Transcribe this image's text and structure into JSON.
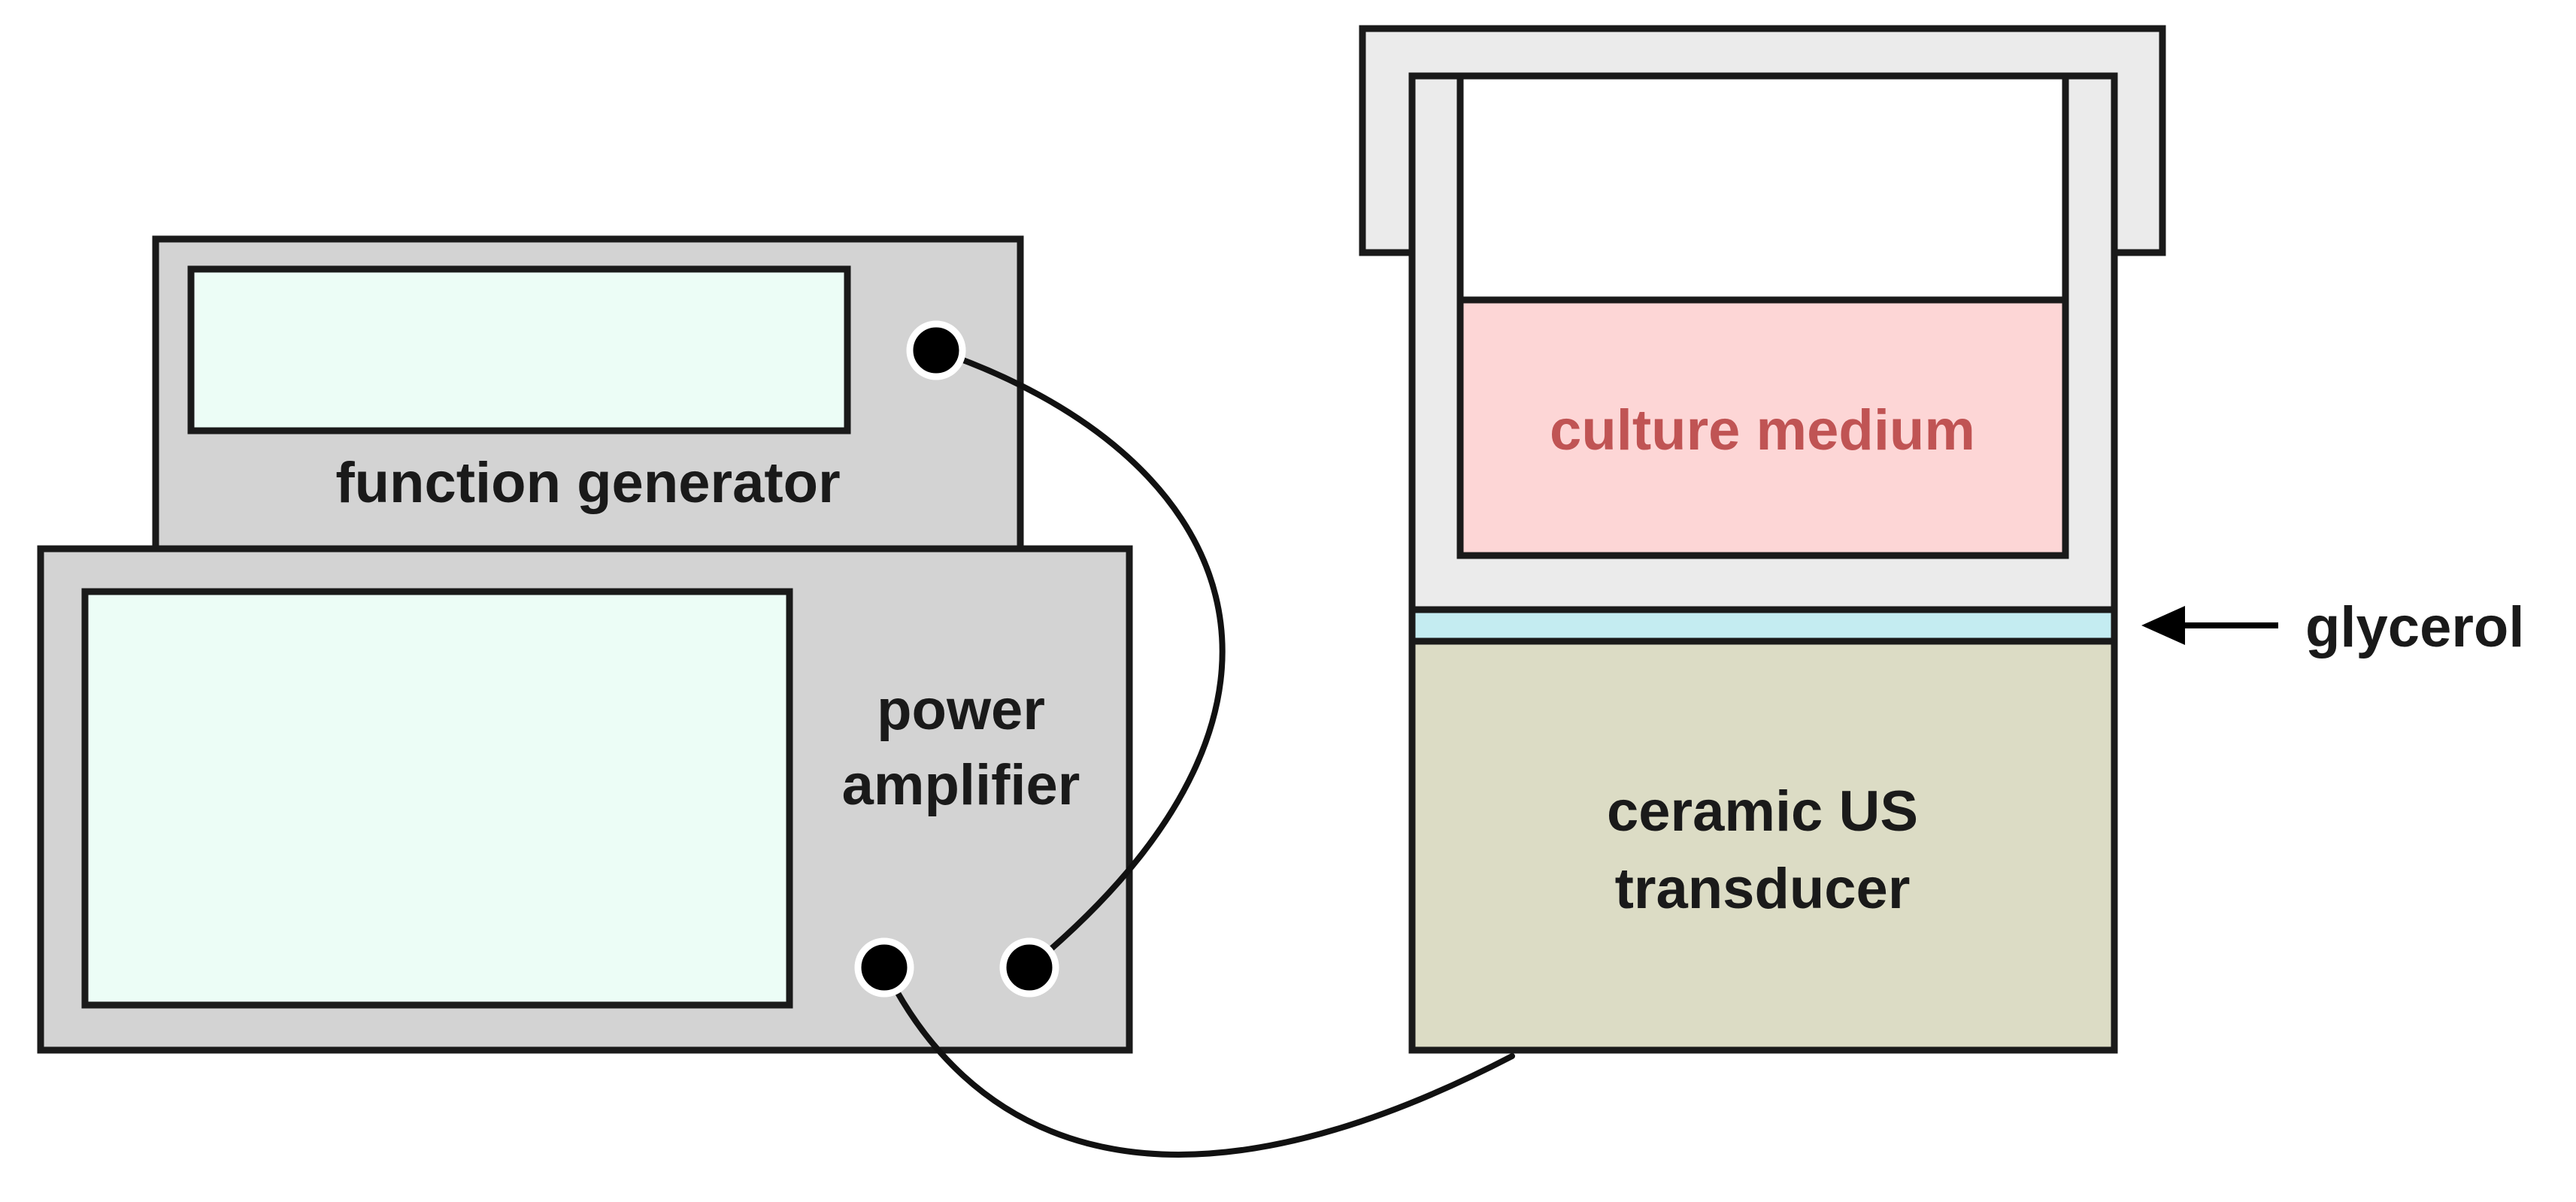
{
  "labels": {
    "function_generator": "function generator",
    "power_amplifier_line1": "power",
    "power_amplifier_line2": "amplifier",
    "culture_medium": "culture medium",
    "transducer_line1": "ceramic US",
    "transducer_line2": "transducer",
    "glycerol": "glycerol"
  },
  "colors": {
    "device_body": "#d3d3d3",
    "screen": "#ecfdf6",
    "well_frame": "#ebebeb",
    "culture_medium": "#fdd6d6",
    "culture_medium_text": "#c05454",
    "glycerol_layer": "#c4ecf1",
    "transducer": "#dcdcc5",
    "outline": "#1a1a1a"
  }
}
